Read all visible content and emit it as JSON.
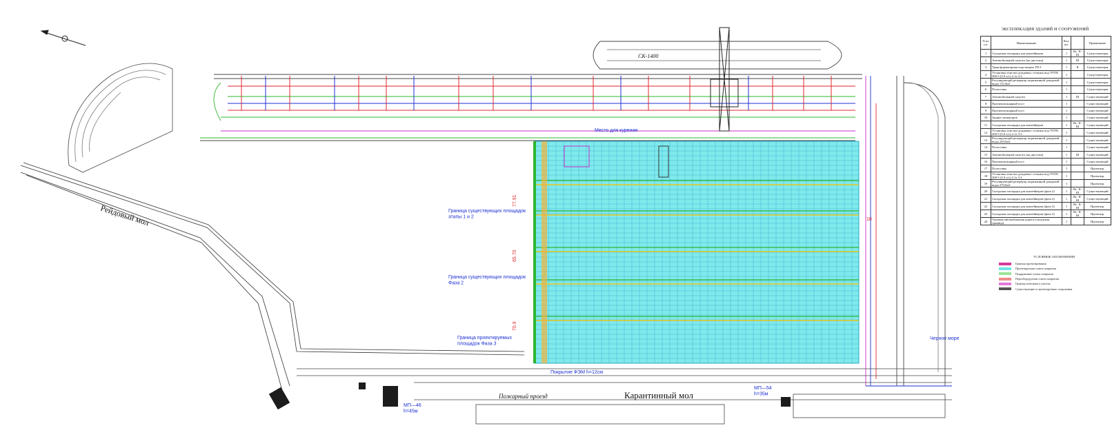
{
  "labels": {
    "mooring_pier": "Рейдовый мол",
    "quarantine_pier": "Карантинный мол",
    "fire_passage": "Пожарный проезд",
    "black_sea": "Черное море",
    "ship": "СК-1400",
    "drilling_place": "Место для курения",
    "boundary_existing_12": "Граница существующих площадок\nэтапы 1 и 2",
    "boundary_existing_phase2": "Граница существующих площадок\nФаза 2",
    "boundary_design_phase3": "Граница проектируемых\nплощадок Фаза 3",
    "coating": "Покрытие ФЭМ h=12см",
    "mp46": "МП—46\nh=45м",
    "mp54": "МП—54\nh=35м",
    "dim_1": "77.91",
    "dim_2": "65.70",
    "dim_3": "70.9",
    "dim_4": "18"
  },
  "table": {
    "title": "ЭКСПЛИКАЦИЯ ЗДАНИЙ И СООРУЖЕНИЙ",
    "headers": [
      "N по г.п.",
      "Наименование",
      "Кол. шт.",
      "",
      "Примечание"
    ],
    "rows": [
      [
        "1",
        "Складская площадка для контейнеров",
        "1",
        "Вс. II-III",
        "Существующая"
      ],
      [
        "2",
        "Автомобильный санузел (на два очка)",
        "1",
        "III",
        "Существующая"
      ],
      [
        "3",
        "Трансформаторная подстанция ТП-1",
        "1",
        "II",
        "Существующая"
      ],
      [
        "4",
        "Установка очистки дождевых сточных вод УОТК 200-5 (5.0 л/с) 2.1х 3.3",
        "1",
        "",
        "Существующая"
      ],
      [
        "5",
        "Регулирующий резервуар загрязненной дождевой воды 115,0м3",
        "1",
        "",
        "Существующая"
      ],
      [
        "6",
        "Полосовка",
        "1",
        "",
        "Существующая"
      ],
      [
        "7",
        "Автомобильный санузел",
        "1",
        "III",
        "Существующий"
      ],
      [
        "8",
        "Противопожарный пост",
        "1",
        "",
        "Существующий"
      ],
      [
        "9",
        "Противопожарный пост",
        "1",
        "",
        "Существующий"
      ],
      [
        "10",
        "Здание операторов",
        "1",
        "",
        "Существующий"
      ],
      [
        "11",
        "Складская площадка для контейнеров",
        "1",
        "Вс. II-III",
        "Существующий"
      ],
      [
        "12",
        "Установка очистки дождевых сточных вод УОТК 200-5 (5.0 л/с) 2.1х 3.3",
        "1",
        "",
        "Существующий"
      ],
      [
        "13",
        "Регулирующий резервуар загрязненной дождевой воды 230,0м3",
        "1",
        "",
        "Существующий"
      ],
      [
        "14",
        "Полосовка",
        "1",
        "",
        "Существующий"
      ],
      [
        "15",
        "Автомобильный санузел (на два очка)",
        "1",
        "III",
        "Существующий"
      ],
      [
        "16",
        "Противопожарный пост",
        "1",
        "",
        "Существующий"
      ],
      [
        "17",
        "Полосовка",
        "1",
        "",
        "Проектир."
      ],
      [
        "18",
        "Установка очистки дождевых сточных вод УОТК 200-5 (5.0 л/с) 2.1х 3.3",
        "1",
        "",
        "Проектир."
      ],
      [
        "19",
        "Регулирующий резервуар загрязненной дождевой воды 270,0м3",
        "1",
        "",
        "Проектир."
      ],
      [
        "20",
        "Складская площадка для контейнеров (фаза 2)",
        "1",
        "Вс. II-III",
        "Существующий"
      ],
      [
        "21",
        "Складская площадка для контейнеров (фаза 2)",
        "1",
        "Вс. II-III",
        "Существующий"
      ],
      [
        "22",
        "Складская площадка для контейнеров (фаза 3)",
        "1",
        "Вс. II-III",
        "Проектир."
      ],
      [
        "23",
        "Складская площадка для контейнеров (фаза 3)",
        "1",
        "Вс. II-III",
        "Проектир."
      ],
      [
        "24",
        "Тыловая автомобильная дорога (складская граница)",
        "1",
        "",
        "Проектир."
      ]
    ]
  },
  "legend": {
    "title": "УСЛОВНЫЕ ОБОЗНАЧЕНИЯ",
    "items": [
      {
        "text": "Граница проектирования",
        "color": "#d63a9a"
      },
      {
        "text": "Проектируемые плиты покрытия",
        "color": "#6fe6e6"
      },
      {
        "text": "Подкрановые плиты покрытия",
        "color": "#9be39b"
      },
      {
        "text": "Переоборудуемые плиты покрытия",
        "color": "#f08a8a"
      },
      {
        "text": "Граница земельного участка",
        "color": "#e07ad8"
      },
      {
        "text": "Существующие и проектируемые сооружения",
        "color": "#555555"
      }
    ]
  },
  "colors": {
    "cyan_area": "#7fe9ec",
    "grid_line": "#2aa7c9",
    "red_line": "#e0262b",
    "blue_line": "#1b2fd1",
    "green_line": "#2fb52f",
    "magenta_line": "#c92dc9",
    "yellow_line": "#e8c619"
  }
}
